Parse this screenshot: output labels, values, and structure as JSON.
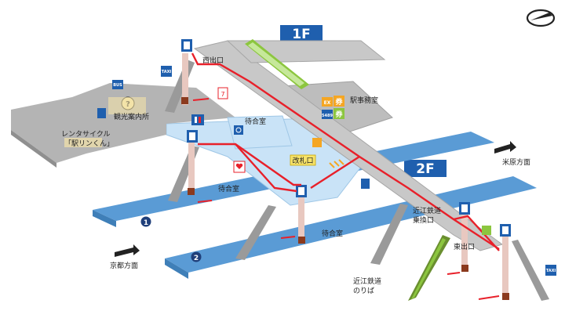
{
  "floors": {
    "first": "1F",
    "second": "2F"
  },
  "exits": {
    "west": "西出口",
    "east": "東出口"
  },
  "rooms": {
    "station_office": "駅事務室",
    "waiting_room_1f": "待合室",
    "waiting_room_p1": "待合室",
    "waiting_room_p2": "待合室",
    "ticket_gate": "改札口",
    "tourist_info": "観光案内所",
    "rental_cycle_line1": "レンタサイクル",
    "rental_cycle_line2": "「駅リンくん」"
  },
  "platforms": {
    "one": "1",
    "two": "2"
  },
  "directions": {
    "kyoto": "京都方面",
    "maibara": "米原方面"
  },
  "ohmi": {
    "transfer_line1": "近江鉄道",
    "transfer_line2": "乗換口",
    "platform_line1": "近江鉄道",
    "platform_line2": "のりば"
  },
  "icons": {
    "info": "?",
    "ticket": "券",
    "ex": "EX",
    "suica": "5489",
    "taxi": "TAXI",
    "bus": "BUS",
    "aed": "AED"
  },
  "colors": {
    "concourse": "#c8c8c8",
    "plaza": "#b4b4b4",
    "platform": "#5a9bd5",
    "lower": "#c9e3f7",
    "route": "#e8202a",
    "floor_tag": "#1f5fae",
    "stairs": "#9a9a9a",
    "escalator": "#8cc63f"
  }
}
